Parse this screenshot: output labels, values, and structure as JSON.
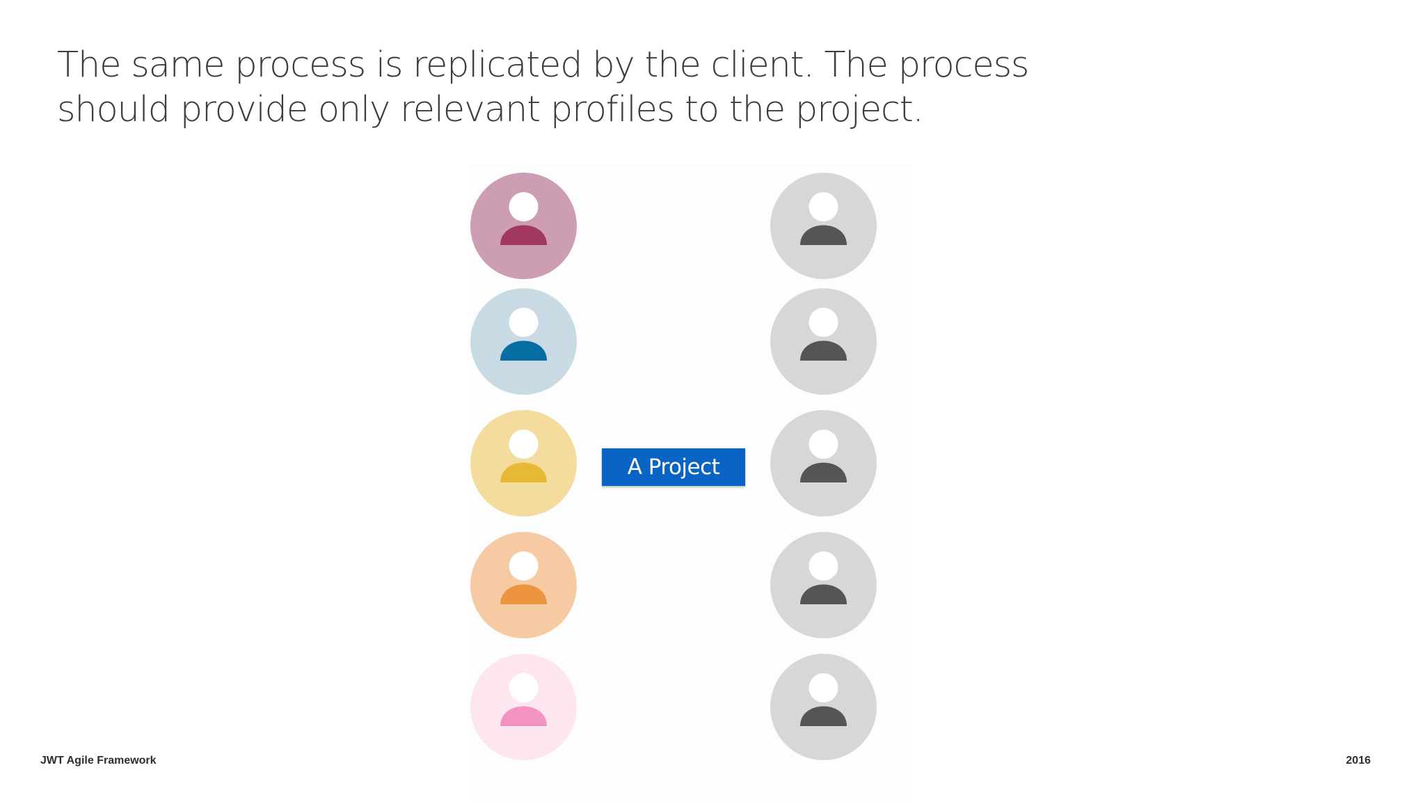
{
  "slide": {
    "title_lines": [
      "The same process is replicated by the client. The process",
      "should provide only relevant profiles to the project."
    ],
    "project_label": "A Project",
    "footer_left": "JWT Agile Framework",
    "footer_right": "2016"
  },
  "profiles_left": [
    {
      "icon": "person-icon",
      "bg": "#cd9db3",
      "fg": "#a1385f"
    },
    {
      "icon": "person-icon",
      "bg": "#c8dbe5",
      "fg": "#076ea1"
    },
    {
      "icon": "person-icon",
      "bg": "#f3dc9d",
      "fg": "#e8b934"
    },
    {
      "icon": "person-icon",
      "bg": "#f6cba4",
      "fg": "#ed9440"
    },
    {
      "icon": "person-icon",
      "bg": "#fde6ef",
      "fg": "#f393c2"
    }
  ],
  "profiles_right": [
    {
      "icon": "person-icon",
      "bg": "#d7d6d8",
      "fg": "#555457"
    },
    {
      "icon": "person-icon",
      "bg": "#d7d6d8",
      "fg": "#555457"
    },
    {
      "icon": "person-icon",
      "bg": "#d7d6d8",
      "fg": "#555457"
    },
    {
      "icon": "person-icon",
      "bg": "#d7d6d8",
      "fg": "#555457"
    },
    {
      "icon": "person-icon",
      "bg": "#d7d6d8",
      "fg": "#555457"
    }
  ],
  "colors": {
    "project_box": "#0a64c4",
    "title_text": "#3c3c3c"
  }
}
